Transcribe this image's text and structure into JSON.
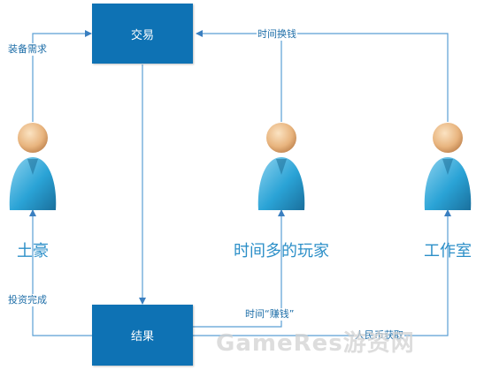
{
  "nodes": {
    "trade": "交易",
    "result": "结果"
  },
  "people": [
    {
      "id": "tuhao",
      "label": "土豪"
    },
    {
      "id": "casual",
      "label": "时间多的玩家"
    },
    {
      "id": "studio",
      "label": "工作室"
    }
  ],
  "edges": {
    "equipment_demand": "装备需求",
    "investment_done": "投资完成",
    "time_for_money": "时间换钱",
    "time_earning": "时间“赚钱”",
    "rmb_gain": "人民币获取"
  },
  "watermark": "GameRes游资网",
  "colors": {
    "box": "#0e72b4",
    "line": "#5a9fd4",
    "label_text": "#1e6ea8",
    "person_label": "#2c8fc8"
  },
  "icons": {
    "person": "person-icon",
    "arrow": "arrowhead"
  }
}
